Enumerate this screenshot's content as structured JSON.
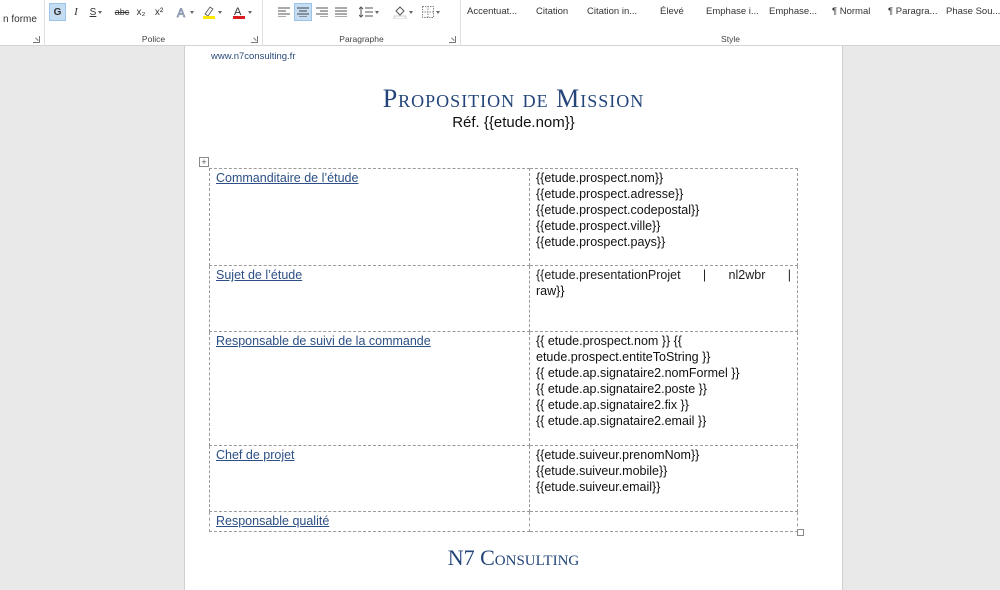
{
  "ribbon": {
    "font_partial_label": "n forme",
    "bold": "G",
    "italic": "I",
    "underline": "S",
    "strike": "abc",
    "subscript": "x₂",
    "superscript": "x²",
    "police_label": "Police",
    "paragraphe_label": "Paragraphe",
    "style_label": "Style",
    "styles": [
      "Accentuat...",
      "Citation",
      "Citation in...",
      "Élevé",
      "Emphase i...",
      "Emphase...",
      "¶ Normal",
      "¶ Paragra...",
      "Phase Sou..."
    ]
  },
  "document": {
    "header_url": "www.n7consulting.fr",
    "title": "Proposition de Mission",
    "reference": "Réf. {{etude.nom}}",
    "rows": [
      {
        "label": "Commanditaire de l’étude",
        "values": [
          "{{etude.prospect.nom}}",
          "{{etude.prospect.adresse}}",
          "{{etude.prospect.codepostal}}",
          "{{etude.prospect.ville}}",
          "{{etude.prospect.pays}}"
        ]
      },
      {
        "label": "Sujet de l’étude",
        "justified_parts": [
          "{{etude.presentationProjet",
          "|",
          "nl2wbr",
          "|"
        ],
        "values": [
          "raw}}"
        ]
      },
      {
        "label": "Responsable de suivi de la commande",
        "values": [
          "{{ etude.prospect.nom }} {{",
          "etude.prospect.entiteToString }}",
          "{{ etude.ap.signataire2.nomFormel }}",
          "{{ etude.ap.signataire2.poste }}",
          "{{ etude.ap.signataire2.fix }}",
          "{{ etude.ap.signataire2.email }}"
        ]
      },
      {
        "label": "Chef de projet",
        "values": [
          "{{etude.suiveur.prenomNom}}",
          "{{etude.suiveur.mobile}}",
          "{{etude.suiveur.email}}"
        ]
      },
      {
        "label": "Responsable qualité",
        "values": []
      }
    ],
    "footer_title": "N7 Consulting"
  }
}
